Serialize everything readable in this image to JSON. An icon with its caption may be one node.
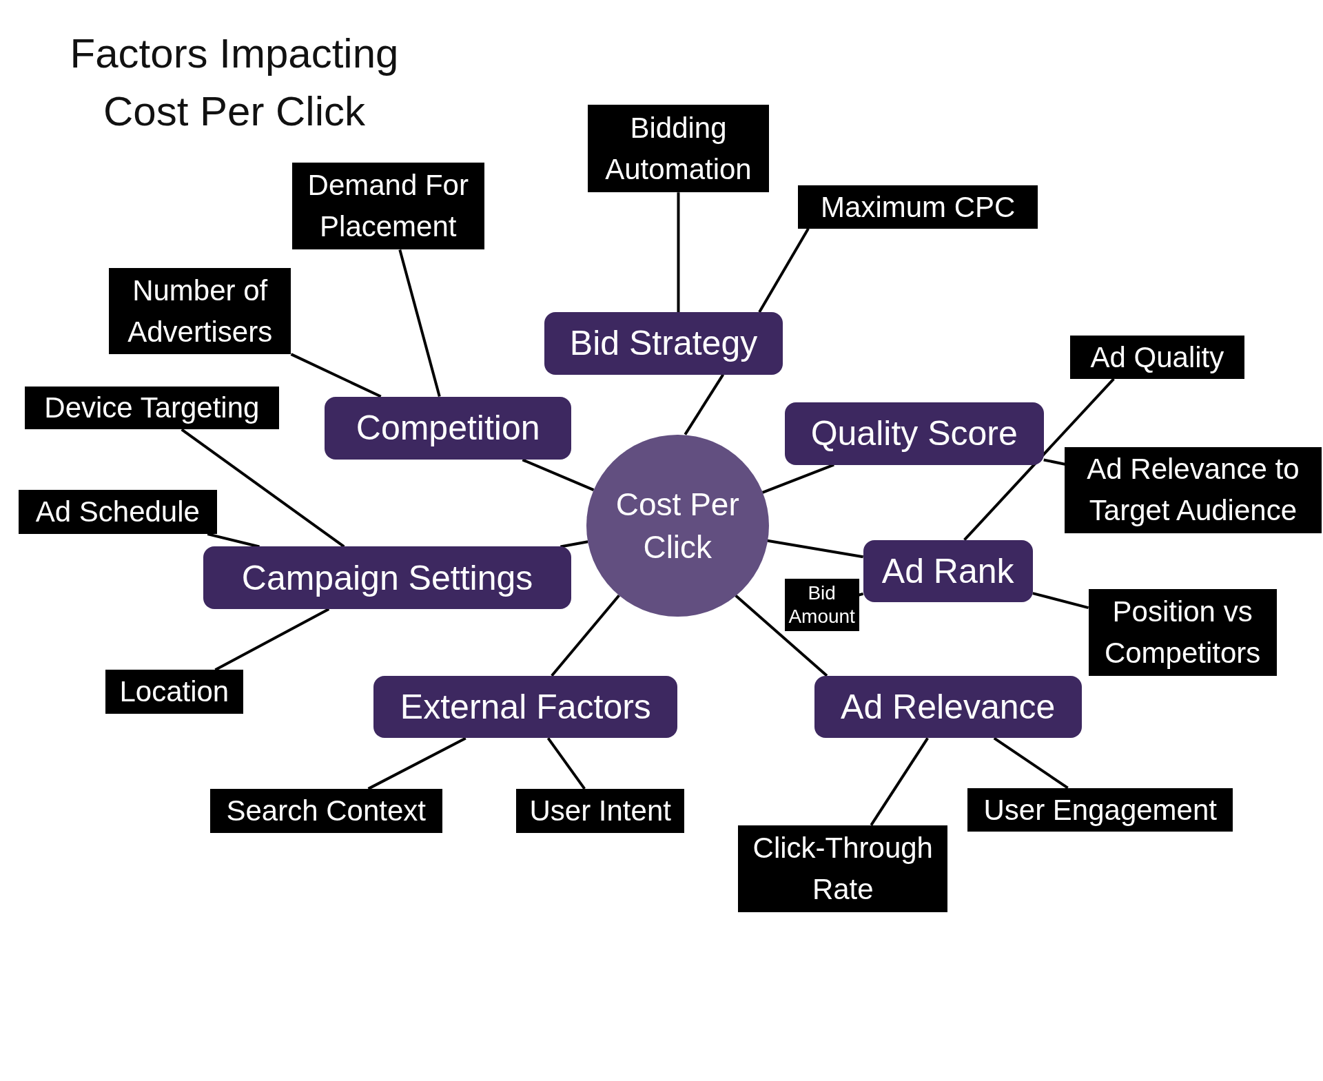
{
  "diagram": {
    "title": "Factors Impacting Cost Per Click",
    "nodes": [
      {
        "text": [
          "Cost Per Click"
        ]
      },
      {
        "text": [
          "Bid Strategy"
        ]
      },
      {
        "text": [
          "Bidding Automation"
        ]
      },
      {
        "text": [
          "Maximum CPC"
        ]
      },
      {
        "text": [
          "Competition"
        ]
      },
      {
        "text": [
          "Demand For Placement"
        ]
      },
      {
        "text": [
          "Number of Advertisers"
        ]
      },
      {
        "text": [
          "Campaign Settings"
        ]
      },
      {
        "text": [
          "Device Targeting"
        ]
      },
      {
        "text": [
          "Ad Schedule"
        ]
      },
      {
        "text": [
          "Location"
        ]
      },
      {
        "text": [
          "External Factors"
        ]
      },
      {
        "text": [
          "Search Context"
        ]
      },
      {
        "text": [
          "User Intent"
        ]
      },
      {
        "text": [
          "Quality Score"
        ]
      },
      {
        "text": [
          "Ad Quality"
        ]
      },
      {
        "text": [
          "Ad Relevance to Target Audience"
        ]
      },
      {
        "text": [
          "Ad Rank"
        ]
      },
      {
        "text": [
          "Bid Amount"
        ]
      },
      {
        "text": [
          "Position vs Competitors"
        ]
      },
      {
        "text": [
          "Ad Relevance"
        ]
      },
      {
        "text": [
          "Click-Through Rate"
        ]
      },
      {
        "text": [
          "User Engagement"
        ]
      }
    ],
    "edges": [
      {
        "from": 0,
        "to": 1,
        "arrow": "none"
      },
      {
        "from": 1,
        "to": 2,
        "arrow": "none"
      },
      {
        "from": 1,
        "to": 3,
        "arrow": "none"
      },
      {
        "from": 0,
        "to": 4,
        "arrow": "none"
      },
      {
        "from": 4,
        "to": 5,
        "arrow": "none"
      },
      {
        "from": 4,
        "to": 6,
        "arrow": "none"
      },
      {
        "from": 0,
        "to": 7,
        "arrow": "none"
      },
      {
        "from": 7,
        "to": 8,
        "arrow": "none"
      },
      {
        "from": 7,
        "to": 9,
        "arrow": "none"
      },
      {
        "from": 7,
        "to": 10,
        "arrow": "none"
      },
      {
        "from": 0,
        "to": 11,
        "arrow": "none"
      },
      {
        "from": 11,
        "to": 12,
        "arrow": "none"
      },
      {
        "from": 11,
        "to": 13,
        "arrow": "none"
      },
      {
        "from": 0,
        "to": 14,
        "arrow": "none"
      },
      {
        "from": 14,
        "to": 16,
        "arrow": "none"
      },
      {
        "from": 0,
        "to": 17,
        "arrow": "none"
      },
      {
        "from": 17,
        "to": 15,
        "arrow": "none"
      },
      {
        "from": 17,
        "to": 19,
        "arrow": "none"
      },
      {
        "from": 17,
        "to": 18,
        "arrow": "none"
      },
      {
        "from": 0,
        "to": 20,
        "arrow": "none"
      },
      {
        "from": 20,
        "to": 21,
        "arrow": "none"
      },
      {
        "from": 20,
        "to": 22,
        "arrow": "none"
      }
    ]
  }
}
